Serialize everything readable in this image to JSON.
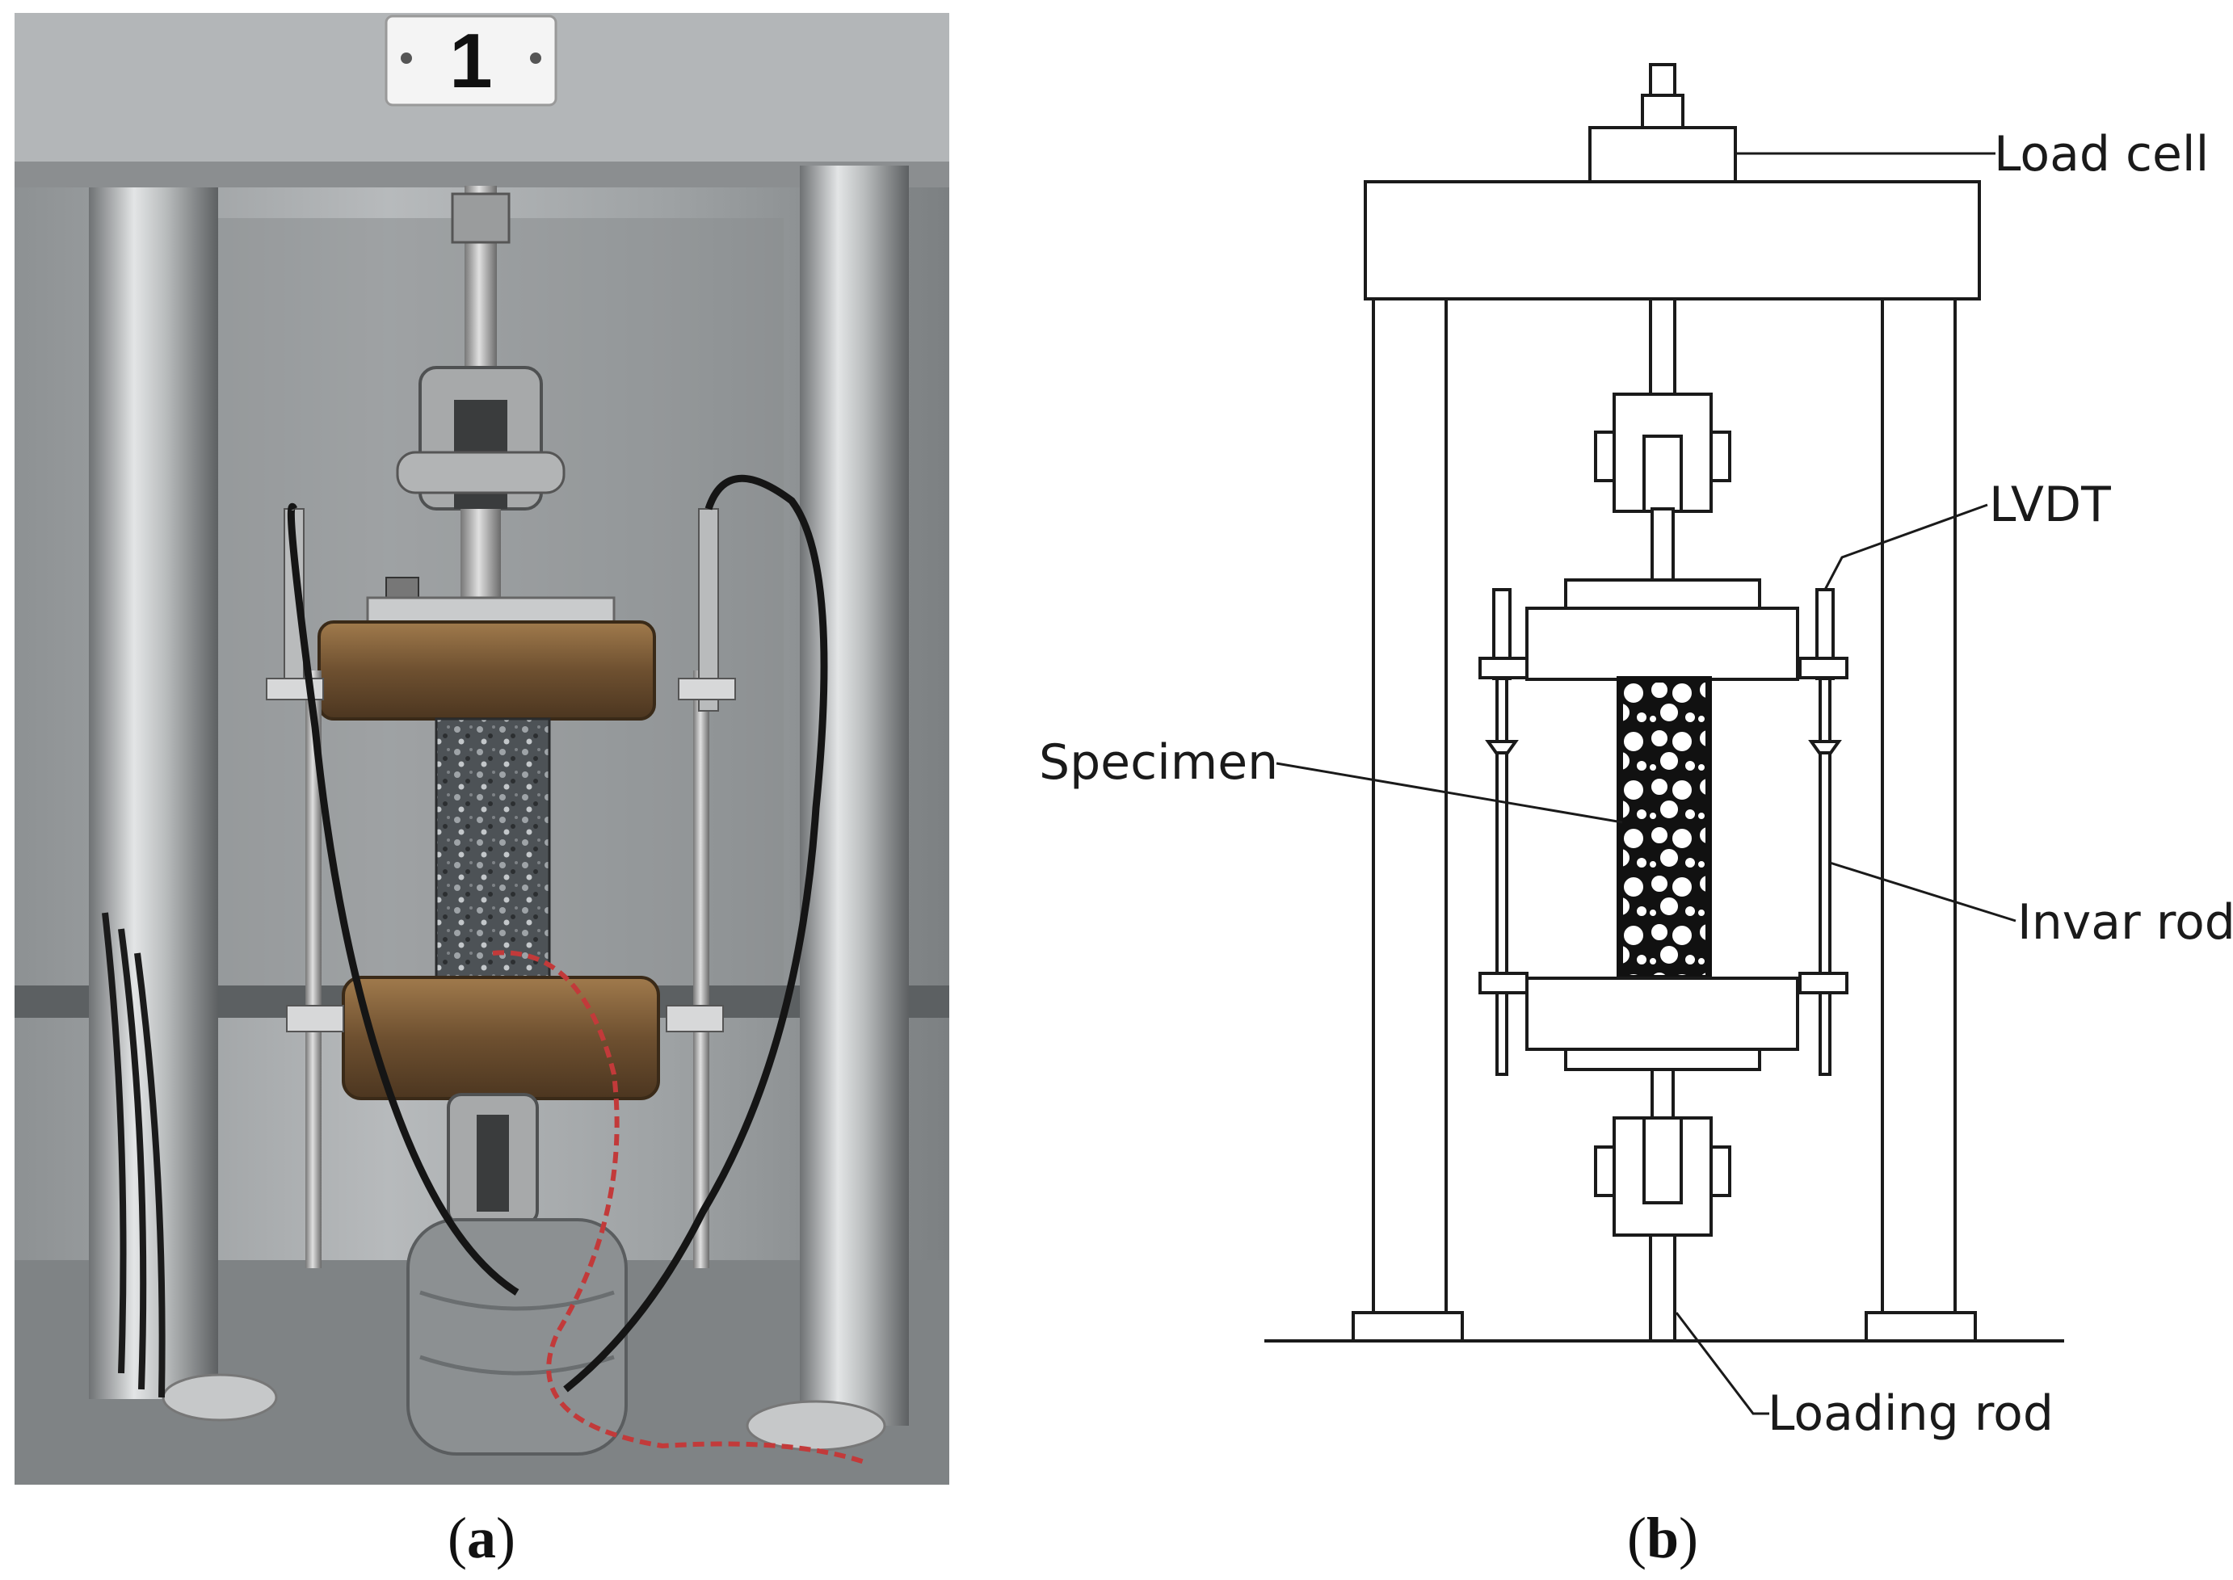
{
  "panel_a": {
    "caption_letter": "a",
    "plate_number": "1"
  },
  "panel_b": {
    "caption_letter": "b",
    "labels": {
      "load_cell": "Load cell",
      "lvdt": "LVDT",
      "specimen": "Specimen",
      "invar_rod": "Invar rod",
      "loading_rod": "Loading rod"
    }
  },
  "colors": {
    "frame_metal": "#a9acad",
    "platen_bronze": "#7a5a36",
    "specimen_grey": "#4f5356",
    "line_art": "#1a1a1a"
  }
}
